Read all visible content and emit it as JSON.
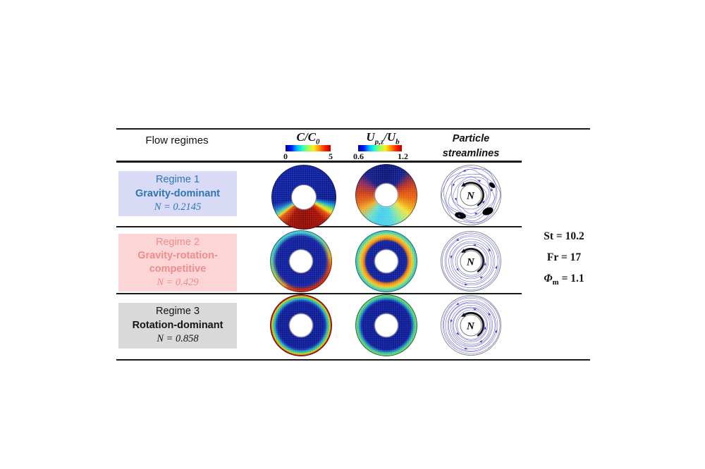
{
  "figure": {
    "type": "flow-regime comparison table",
    "columns": [
      "Flow regimes",
      "C/C0 concentration map",
      "Up,z/Ub velocity map",
      "Particle streamlines"
    ]
  },
  "header": {
    "flow_regimes": "Flow regimes",
    "c_col": {
      "base": "C/C",
      "sub": "0",
      "cbar_min": "0",
      "cbar_max": "5",
      "colormap": "jet"
    },
    "u_col": {
      "base1": "U",
      "sub1": "p,z",
      "base2": "/U",
      "sub2": "b",
      "cbar_min": "0.6",
      "cbar_max": "1.2",
      "colormap": "jet"
    },
    "stream_line1": "Particle",
    "stream_line2": "streamlines"
  },
  "rows": [
    {
      "regime": "Regime 1",
      "name": "Gravity-dominant",
      "n_value": "N = 0.2145",
      "bg": "#d9daf6",
      "text_color": "#2e75b6",
      "cc0_pattern": "mostly dilute (dark blue) with high-concentration dark-red band settled at bottom",
      "upz_pattern": "dark blue top, red-orange patches on left and right, yellow-cyan bottom",
      "streamline_pattern": "wavy irregular recirculating streamlines"
    },
    {
      "regime": "Regime 2",
      "name": "Gravity-rotation-competitive",
      "n_value": "N = 0.429",
      "bg": "#fcd6d6",
      "text_color": "#f28b8b",
      "cc0_pattern": "dark blue core with cyan-green outer rim, orange-red along right and bottom rim",
      "upz_pattern": "cyan-green outer band, orange-yellow middle band, dark blue inner band",
      "streamline_pattern": "nearly concentric circular streamlines"
    },
    {
      "regime": "Regime 3",
      "name": "Rotation-dominant",
      "n_value": "N = 0.858",
      "bg": "#d9d9d9",
      "text_color": "#141414",
      "cc0_pattern": "dark blue core, cyan-green band, thin yellow ring and red outermost rim",
      "upz_pattern": "dark blue core with cyan-green outer rim",
      "streamline_pattern": "dense concentric circular streamlines"
    }
  ],
  "params": {
    "st": "St = 10.2",
    "fr": "Fr = 17",
    "phi_base": "Φ",
    "phi_sub": "m",
    "phi_rest": " = 1.1"
  },
  "rotation_label": "N",
  "colors": {
    "streamline_blue": "#5a5ad2",
    "jet_low": "#000089",
    "jet_high": "#bf0000",
    "table_line": "#1a1a1a"
  }
}
